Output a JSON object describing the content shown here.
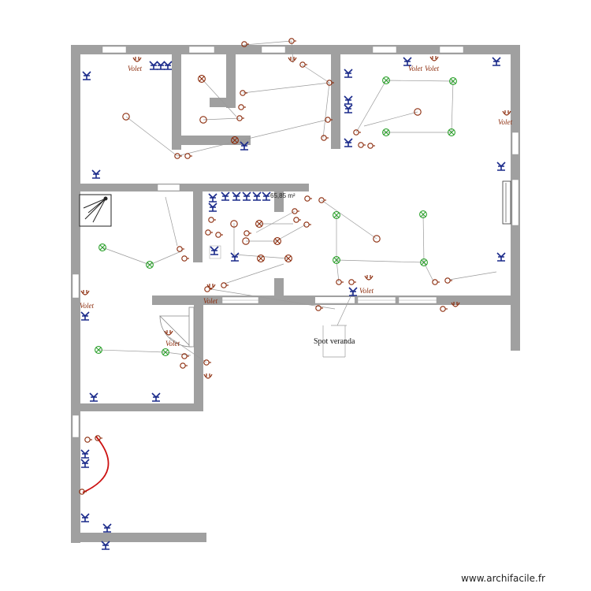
{
  "labels": {
    "volet": "Volet",
    "area": "65,85 m²",
    "spot": "Spot veranda"
  },
  "credit": "www.archifacile.fr",
  "colors": {
    "wall": "#a0a0a0",
    "switch": "#1a2a8a",
    "outlet": "#8b2a0a",
    "light": "#2aa02a",
    "wire": "#9a9a9a",
    "arc": "#cc1111"
  },
  "symbols": {
    "switch": "switch-icon",
    "outlet": "outlet-icon",
    "light": "light-point-icon",
    "shower": "shower-icon"
  }
}
